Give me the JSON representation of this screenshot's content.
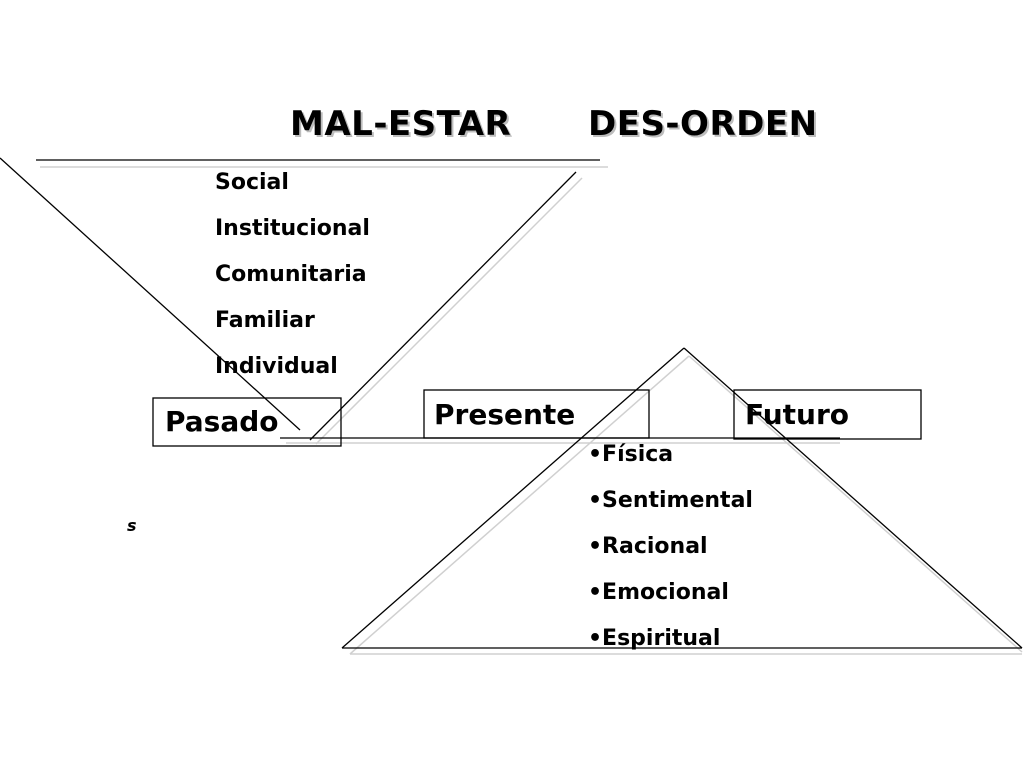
{
  "headings": {
    "left": "MAL-ESTAR",
    "right": "DES-ORDEN"
  },
  "dimensions": [
    "Social",
    "Institucional",
    "Comunitaria",
    "Familiar",
    "Individual"
  ],
  "time_boxes": {
    "past": "Pasado",
    "present": "Presente",
    "future": "Futuro"
  },
  "aspects": [
    "•Física",
    "•Sentimental",
    "•Racional",
    "•Emocional",
    "•Espiritual"
  ],
  "stray_mark": "s",
  "colors": {
    "line": "#000000",
    "shadow": "#bdbdbd",
    "background": "#ffffff"
  }
}
